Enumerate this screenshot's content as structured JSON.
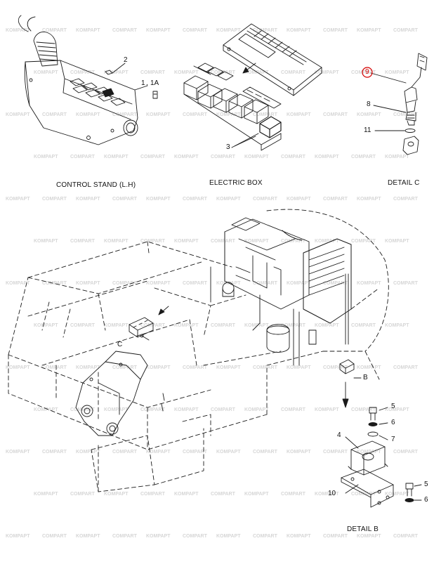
{
  "watermark": {
    "text_a": "KOMPAPT",
    "text_b": "COMPART",
    "color": "#d6d6d6"
  },
  "captions": {
    "control_stand": "CONTROL STAND (L.H)",
    "electric_box": "ELECTRIC BOX",
    "detail_c": "DETAIL  C",
    "detail_b": "DETAIL B"
  },
  "callouts": {
    "p1": "1",
    "p1a": "1A",
    "p2": "2",
    "p3": "3",
    "p4": "4",
    "p5a": "5",
    "p5b": "5",
    "p6a": "6",
    "p6b": "6",
    "p7": "7",
    "p8": "8",
    "p9": "9",
    "p10": "10",
    "p11": "11",
    "view_b": "B",
    "view_c": "C"
  },
  "colors": {
    "line": "#1a1a1a",
    "highlight": "#d40000"
  }
}
